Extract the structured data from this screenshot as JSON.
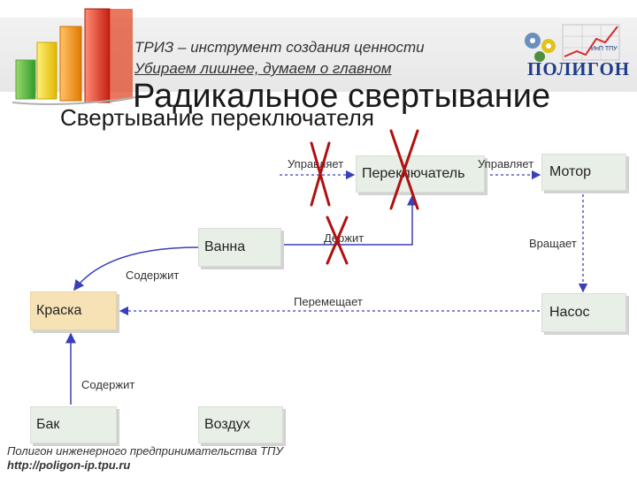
{
  "header": {
    "tagline_1": "ТРИЗ – инструмент создания ценности",
    "tagline_2": "Убираем лишнее, думаем о главном",
    "logo_text": "ПОЛИГОН",
    "logo_small": "ИнП ТПУ"
  },
  "title": "Радикальное свертывание",
  "subtitle": "Свертывание переключателя",
  "diagram": {
    "nodes": {
      "switch": "Переключатель",
      "motor": "Мотор",
      "bath": "Ванна",
      "paint": "Краска",
      "pump": "Насос",
      "tank": "Бак",
      "air": "Воздух"
    },
    "edges": {
      "controls_in": "Управляет",
      "controls_out": "Управляет",
      "holds": "Держит",
      "rotates": "Вращает",
      "contains_1": "Содержит",
      "moves": "Перемещает",
      "contains_2": "Содержит"
    }
  },
  "footer": {
    "org": "Полигон инженерного предпринимательства ТПУ",
    "url": "http://poligon-ip.tpu.ru"
  },
  "colors": {
    "gray_box": "#e8efe6",
    "yellow_box": "#f6e2b5",
    "arrow": "#3a3fb8",
    "cross": "#b01010",
    "logo": "#1f3d8a"
  }
}
